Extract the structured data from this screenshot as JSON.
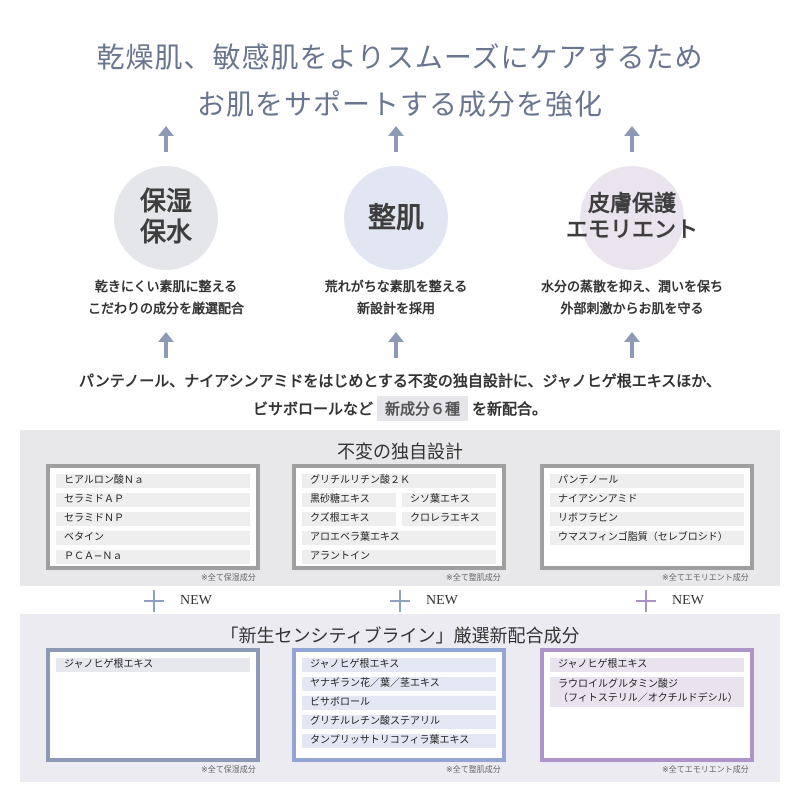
{
  "headline": {
    "line1": "乾燥肌、敏感肌をよりスムーズにケアするため",
    "line2": "お肌をサポートする成分を強化"
  },
  "pillars": [
    {
      "title_l1": "保湿",
      "title_l2": "保水",
      "desc_l1": "乾きにくい素肌に整える",
      "desc_l2": "こだわりの成分を厳選配合",
      "color": "#e5e6e9"
    },
    {
      "title_l1": "整肌",
      "title_l2": "",
      "desc_l1": "荒れがちな素肌を整える",
      "desc_l2": "新設計を採用",
      "color": "#e2e6f3"
    },
    {
      "title_l1": "皮膚保護",
      "title_l2": "エモリエント",
      "desc_l1": "水分の蒸散を抑え、潤いを保ち",
      "desc_l2": "外部刺激からお肌を守る",
      "color": "#eae4ee"
    }
  ],
  "statement": {
    "line1": "パンテノール、ナイアシンアミドをはじめとする不変の独自設計に、ジャノヒゲ根エキスほか、",
    "line2_pre": "ビサボロールなど",
    "line2_badge": "新成分６種",
    "line2_post": "を新配合。"
  },
  "section_fixed": {
    "title": "不変の独自設計",
    "boxes": [
      {
        "rows": [
          [
            "ヒアルロン酸Ｎａ"
          ],
          [
            "セラミドＡＰ"
          ],
          [
            "セラミドＮＰ"
          ],
          [
            "ベタイン"
          ],
          [
            "ＰＣＡ−Ｎａ"
          ]
        ],
        "note": "※全て保湿成分"
      },
      {
        "rows": [
          [
            "グリチルリチン酸２Ｋ"
          ],
          [
            "黒砂糖エキス",
            "シソ葉エキス"
          ],
          [
            "クズ根エキス",
            "クロレラエキス"
          ],
          [
            "アロエベラ葉エキス"
          ],
          [
            "アラントイン"
          ]
        ],
        "note": "※全て整肌成分"
      },
      {
        "rows": [
          [
            "パンテノール"
          ],
          [
            "ナイアシンアミド"
          ],
          [
            "リボフラビン"
          ],
          [
            "ウマスフィンゴ脂質（セレブロシド）"
          ]
        ],
        "note": "※全てエモリエント成分"
      }
    ]
  },
  "connectors": {
    "label": "NEW",
    "colors": [
      "#8fa0c0",
      "#8fa0c0",
      "#a992c4"
    ]
  },
  "section_new": {
    "title": "「新生センシティブライン」厳選新配合成分",
    "boxes": [
      {
        "rows": [
          [
            "ジャノヒゲ根エキス"
          ]
        ],
        "note": "※全て保湿成分",
        "border": "#8d9ab6",
        "cell": "#e7e8ee"
      },
      {
        "rows": [
          [
            "ジャノヒゲ根エキス"
          ],
          [
            "ヤナギラン花／葉／茎エキス"
          ],
          [
            "ビサボロール"
          ],
          [
            "グリチルレチン酸ステアリル"
          ],
          [
            "タンプリッサトリコフィラ葉エキス"
          ]
        ],
        "note": "※全て整肌成分",
        "border": "#93a6d3",
        "cell": "#e4e7f3"
      },
      {
        "rows": [
          [
            "ジャノヒゲ根エキス"
          ],
          [
            "ラウロイルグルタミン酸ジ",
            "（フィトステリル／オクチルドデシル）"
          ]
        ],
        "note": "※全てエモリエント成分",
        "border": "#ae94c8",
        "cell": "#e9e3ef"
      }
    ]
  }
}
